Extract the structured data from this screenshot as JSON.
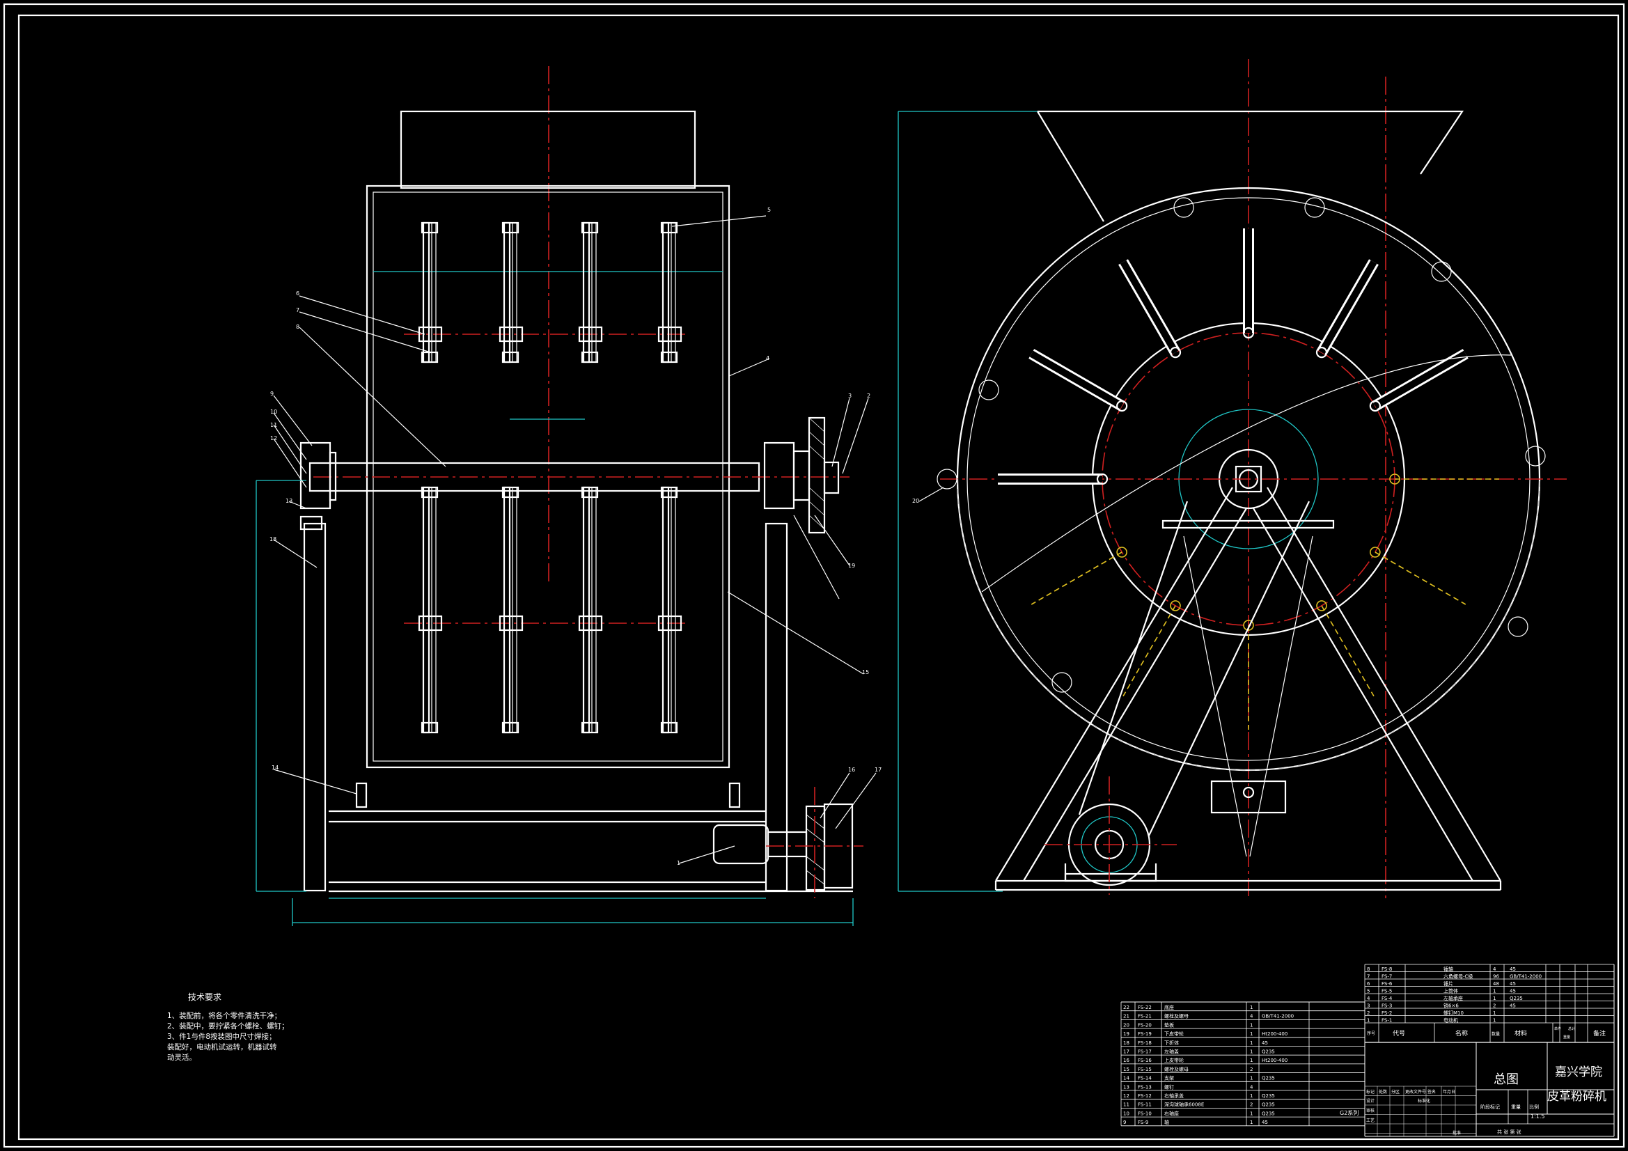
{
  "technical_requirements": {
    "title": "技术要求",
    "items": [
      "1、装配前，将各个零件清洗干净；",
      "2、装配中，要拧紧各个螺栓、螺钉；",
      "3、件1与件8按装图中尺寸焊接；\n装配好，电动机试运转，机器试转\n动灵活。"
    ]
  },
  "parts_list_lower": [
    {
      "no": "22",
      "code": "FS-22",
      "name": "底座",
      "qty": "1",
      "material": ""
    },
    {
      "no": "21",
      "code": "FS-21",
      "name": "螺栓及螺母",
      "qty": "4",
      "material": "GB/T41-2000"
    },
    {
      "no": "20",
      "code": "FS-20",
      "name": "垫板",
      "qty": "1",
      "material": ""
    },
    {
      "no": "19",
      "code": "FS-19",
      "name": "下皮带轮",
      "qty": "1",
      "material": "Ht200-400"
    },
    {
      "no": "18",
      "code": "FS-18",
      "name": "下折体",
      "qty": "1",
      "material": "45"
    },
    {
      "no": "17",
      "code": "FS-17",
      "name": "左轴盖",
      "qty": "1",
      "material": "Q235"
    },
    {
      "no": "16",
      "code": "FS-16",
      "name": "上皮带轮",
      "qty": "1",
      "material": "Ht200-400"
    },
    {
      "no": "15",
      "code": "FS-15",
      "name": "螺栓及螺母",
      "qty": "2",
      "material": ""
    },
    {
      "no": "14",
      "code": "FS-14",
      "name": "支架",
      "qty": "1",
      "material": "Q235"
    },
    {
      "no": "13",
      "code": "FS-13",
      "name": "螺钉",
      "qty": "4",
      "material": ""
    },
    {
      "no": "12",
      "code": "FS-12",
      "name": "右轴承盖",
      "qty": "1",
      "material": "Q235"
    },
    {
      "no": "11",
      "code": "FS-11",
      "name": "深沟球轴承6008E",
      "qty": "2",
      "material": "Q235"
    },
    {
      "no": "10",
      "code": "FS-10",
      "name": "右轴座",
      "qty": "1",
      "material": "Q235"
    },
    {
      "no": "9",
      "code": "FS-9",
      "name": "轴",
      "qty": "1",
      "material": "45"
    }
  ],
  "parts_list_upper": [
    {
      "no": "8",
      "code": "FS-8",
      "name": "锤轴",
      "qty": "4",
      "material": "45"
    },
    {
      "no": "7",
      "code": "FS-7",
      "name": "六角螺母-C级",
      "qty": "96",
      "material": "GB/T41-2000"
    },
    {
      "no": "6",
      "code": "FS-6",
      "name": "锤片",
      "qty": "48",
      "material": "45"
    },
    {
      "no": "5",
      "code": "FS-5",
      "name": "上筒体",
      "qty": "1",
      "material": "45"
    },
    {
      "no": "4",
      "code": "FS-4",
      "name": "左轴承座",
      "qty": "1",
      "material": "Q235"
    },
    {
      "no": "3",
      "code": "FS-3",
      "name": "销6×6",
      "qty": "2",
      "material": "45"
    },
    {
      "no": "2",
      "code": "FS-2",
      "name": "螺钉M10",
      "qty": "1",
      "material": ""
    },
    {
      "no": "1",
      "code": "FS-1",
      "name": "电动机",
      "qty": "1",
      "material": ""
    }
  ],
  "table_header": {
    "no": "序号",
    "code": "代号",
    "name": "名称",
    "qty": "数量",
    "material": "材料",
    "unit_weight": "单件",
    "total_weight": "总计",
    "weight": "重量",
    "remarks": "备注"
  },
  "title_block": {
    "drawing_name": "总图",
    "school": "嘉兴学院",
    "product": "皮革粉碎机",
    "scale_value": "1:1.5",
    "stage_mark_label": "阶段标记",
    "weight_label": "重量",
    "scale_label": "比例",
    "sheet_label": "共 张 第 张",
    "designer_label": "设计",
    "checker_label": "审核",
    "process_label": "工艺",
    "approve_label": "批准",
    "mark_label": "标记",
    "count_label": "处数",
    "zone_label": "分区",
    "doc_label": "更改文件号",
    "signature_label": "签名",
    "date_label": "年月日",
    "standardize_label": "标准化",
    "series_label": "G2系列"
  },
  "callouts_front": [
    "1",
    "2",
    "3",
    "4",
    "5",
    "6",
    "7",
    "8",
    "9",
    "10",
    "11",
    "12",
    "13",
    "14",
    "15",
    "16",
    "17",
    "18",
    "19"
  ],
  "callouts_side": [
    "20"
  ]
}
